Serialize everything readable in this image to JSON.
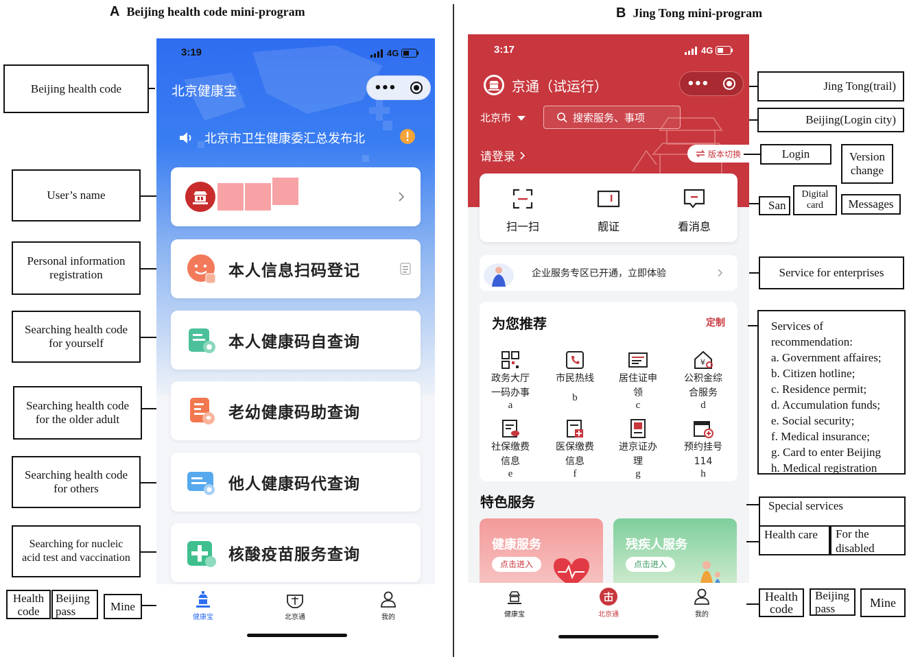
{
  "panels": {
    "a": {
      "letter": "A",
      "title": "Beijing health code mini-program"
    },
    "b": {
      "letter": "B",
      "title": "Jing Tong mini-program"
    }
  },
  "phone_a": {
    "time": "3:19",
    "network": "4G",
    "app_title": "北京健康宝",
    "notice": "北京市卫生健康委汇总发布北",
    "cards": [
      {
        "label": "本人信息扫码登记"
      },
      {
        "label": "本人健康码自查询"
      },
      {
        "label": "老幼健康码助查询"
      },
      {
        "label": "他人健康码代查询"
      },
      {
        "label": "核酸疫苗服务查询"
      }
    ],
    "tabs": [
      "健康宝",
      "北京通",
      "我的"
    ]
  },
  "phone_b": {
    "time": "3:17",
    "network": "4G",
    "app_title": "京通（试运行）",
    "city": "北京市",
    "search_placeholder": "搜索服务、事项",
    "login": "请登录",
    "version_switch": "版本切换",
    "quick_actions": [
      "扫一扫",
      "靓证",
      "看消息"
    ],
    "enterprise_banner": "企业服务专区已开通，立即体验",
    "recommend_title": "为您推荐",
    "customize": "定制",
    "recommend_items": [
      {
        "label": "政务大厅\n一码办事",
        "letter": "a"
      },
      {
        "label": "市民热线",
        "letter": "b"
      },
      {
        "label": "居住证申\n领",
        "letter": "c"
      },
      {
        "label": "公积金综\n合服务",
        "letter": "d"
      },
      {
        "label": "社保缴费\n信息",
        "letter": "e"
      },
      {
        "label": "医保缴费\n信息",
        "letter": "f"
      },
      {
        "label": "进京证办\n理",
        "letter": "g"
      },
      {
        "label": "预约挂号\n114",
        "letter": "h"
      }
    ],
    "special_title": "特色服务",
    "special_cards": [
      {
        "title": "健康服务",
        "button": "点击进入"
      },
      {
        "title": "残疾人服务",
        "button": "点击进入"
      }
    ],
    "tabs": [
      "健康宝",
      "北京通",
      "我的"
    ]
  },
  "annotations_left": [
    "Beijing health code",
    "User’s name",
    "Personal information\nregistration",
    "Searching health code\nfor yourself",
    "Searching health code\nfor the older adult",
    "Searching health code\nfor others",
    "Searching for nucleic\nacid test and vaccination"
  ],
  "annotations_left_tabs": [
    "Health\ncode",
    "Beijing\npass",
    "Mine"
  ],
  "annotations_right": {
    "jing_tong": "Jing Tong(trail)",
    "login_city": "Beijing(Login city)",
    "login": "Login",
    "version": "Version\nchange",
    "san": "San",
    "digital": "Digital\ncard",
    "messages": "Messages",
    "enterprise": "Service for enterprises",
    "recommend": [
      "Services of",
      "recommendation:",
      "a. Government affaires;",
      "b. Citizen hotline;",
      "c. Residence permit;",
      "d. Accumulation funds;",
      "e. Social security;",
      "f. Medical insurance;",
      "g. Card to enter Beijing",
      "h. Medical registration"
    ],
    "special": "Special services",
    "health_care": "Health care",
    "disabled": "For the\ndisabled",
    "tabs": [
      "Health\ncode",
      "Beijing\npass",
      "Mine"
    ]
  }
}
